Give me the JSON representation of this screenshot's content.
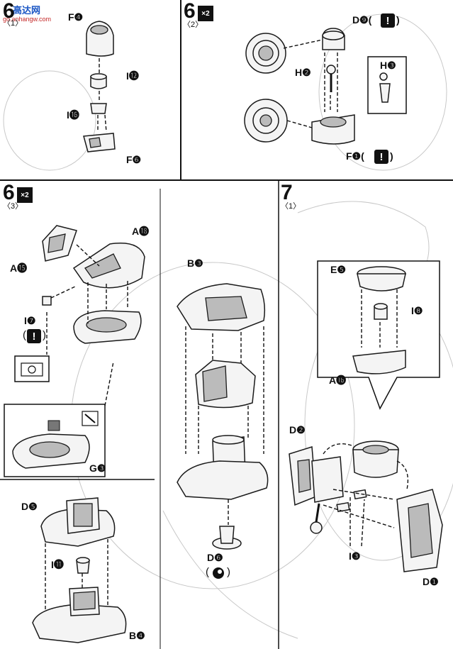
{
  "watermark": {
    "text": "高达网",
    "url": "gd.anhangw.com"
  },
  "step_6_1": {
    "number": "6",
    "sub": "〈1〉",
    "labels": {
      "f4": "F❹",
      "i12": "I⓬",
      "i16": "I⓰",
      "f6": "F❻"
    }
  },
  "step_6_2": {
    "number": "6",
    "sub": "〈2〉",
    "multiplier": "×2",
    "labels": {
      "d9": "D❾(",
      "d9_close": ")",
      "h2": "H❷",
      "h3": "H❸",
      "f1": "F❶(",
      "f1_close": ")"
    },
    "warning_glyph": "!"
  },
  "step_6_3": {
    "number": "6",
    "sub": "〈3〉",
    "multiplier": "×2",
    "labels": {
      "a18": "A⓲",
      "a15": "A⓯",
      "i7": "I❼",
      "g3": "G❸",
      "b3": "B❸",
      "d5": "D❺",
      "i11": "I⓫",
      "b4": "B❹",
      "d6": "D❻"
    },
    "warning_glyph": "!",
    "i7_paren_open": "(",
    "i7_paren_close": ")",
    "d6_paren_open": "(",
    "d6_paren_close": ")"
  },
  "step_7_1": {
    "number": "7",
    "sub": "〈1〉",
    "labels": {
      "e5": "E❺",
      "i8": "I❽",
      "a16": "A⓰",
      "d2": "D❷",
      "i3": "I❸",
      "d1": "D❶"
    }
  },
  "icons": [
    "warning-icon",
    "cutter-icon",
    "sticker-icon",
    "black-circle-icon"
  ]
}
